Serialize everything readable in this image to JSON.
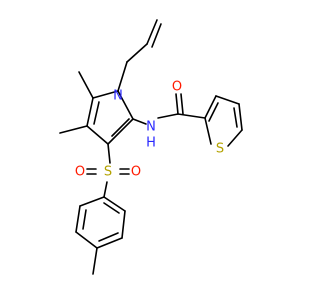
{
  "atom_labels": {
    "pyrrole_n": "N",
    "amide_n": "N",
    "amide_h": "H",
    "carbonyl_o": "O",
    "thiophene_s": "S",
    "sulfonyl_s": "S",
    "sulfonyl_o_left": "O",
    "sulfonyl_o_right": "O"
  },
  "colors": {
    "bond": "#000000",
    "nitrogen": "#2a28ff",
    "oxygen": "#ff1a00",
    "sulfur": "#b3a200",
    "background": "#ffffff"
  }
}
